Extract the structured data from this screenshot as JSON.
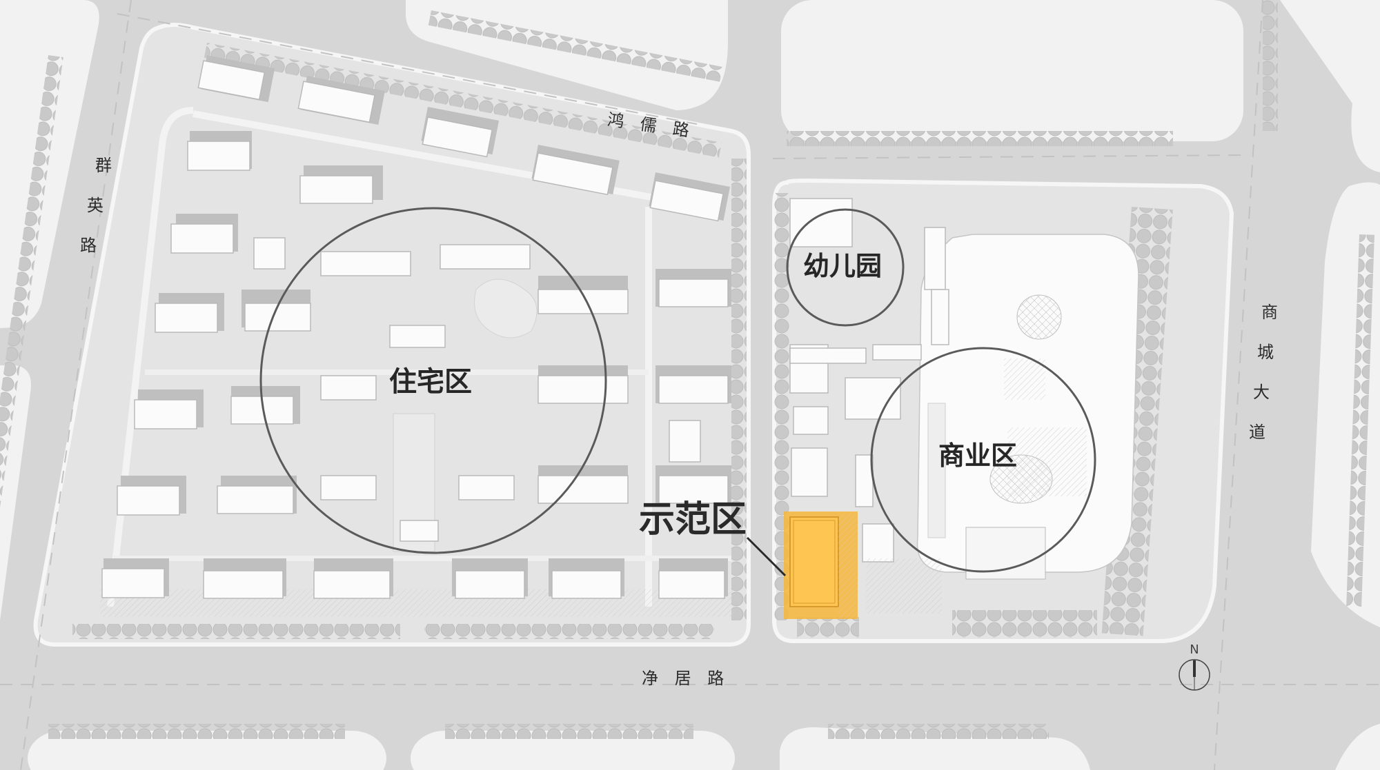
{
  "map": {
    "type": "site-plan",
    "colors": {
      "road": "#d6d6d6",
      "block": "#f3f3f3",
      "site": "#e6e6e6",
      "building": "#fbfbfb",
      "shadow": "#bdbdbd",
      "tree": "#c6c6c6",
      "circle_stroke": "#555555",
      "demo_highlight": "#ffb627"
    }
  },
  "roads": {
    "north": "鸿 儒 路",
    "south": "净 居 路",
    "west": [
      "群",
      "英",
      "路"
    ],
    "east": [
      "商",
      "城",
      "大",
      "道"
    ]
  },
  "zones": {
    "residential": "住宅区",
    "kindergarten": "幼儿园",
    "commercial": "商业区",
    "demo": "示范区"
  },
  "compass": {
    "label": "N"
  }
}
